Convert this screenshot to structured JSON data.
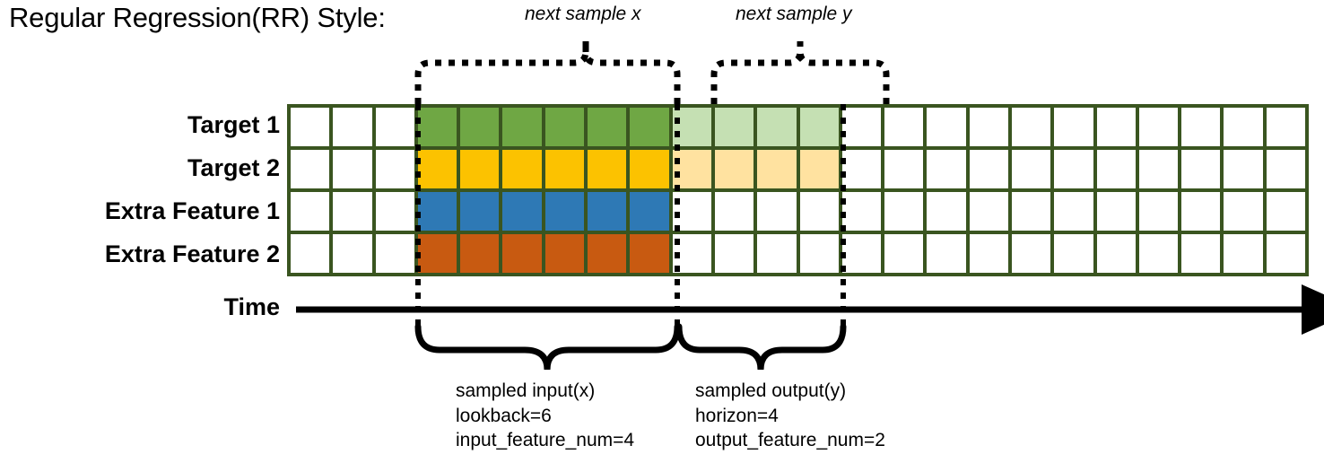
{
  "title": "Regular Regression(RR) Style:",
  "row_labels": [
    {
      "id": "target-1",
      "text": "Target 1"
    },
    {
      "id": "target-2",
      "text": "Target 2"
    },
    {
      "id": "extra-feature-1",
      "text": "Extra Feature 1"
    },
    {
      "id": "extra-feature-2",
      "text": "Extra Feature 2"
    }
  ],
  "time_axis": {
    "label": "Time"
  },
  "top_braces": [
    {
      "id": "next-sample-x",
      "label": "next sample x"
    },
    {
      "id": "next-sample-y",
      "label": "next sample y"
    }
  ],
  "bottom_annotations": [
    {
      "id": "sampled-input",
      "line1": "sampled input(x)",
      "line2": "lookback=6",
      "line3": "input_feature_num=4"
    },
    {
      "id": "sampled-output",
      "line1": "sampled output(y)",
      "line2": "horizon=4",
      "line3": "output_feature_num=2"
    }
  ],
  "colors": {
    "grid_line": "#3A5520",
    "empty": "#ffffff",
    "target1_input": "#6FA744",
    "target1_output": "#C5E0B3",
    "target2_input": "#FCC200",
    "target2_output": "#FFE2A0",
    "extra1_input": "#2E79B5",
    "extra2_input": "#C85A11",
    "axis": "#000000"
  },
  "grid": {
    "columns": 24,
    "rows": 4,
    "input_start_col": 3,
    "input_end_col": 9,
    "output_start_col": 9,
    "output_end_col": 13,
    "row_fills": [
      [
        "#ffffff",
        "#ffffff",
        "#ffffff",
        "#6FA744",
        "#6FA744",
        "#6FA744",
        "#6FA744",
        "#6FA744",
        "#6FA744",
        "#C5E0B3",
        "#C5E0B3",
        "#C5E0B3",
        "#C5E0B3",
        "#ffffff",
        "#ffffff",
        "#ffffff",
        "#ffffff",
        "#ffffff",
        "#ffffff",
        "#ffffff",
        "#ffffff",
        "#ffffff",
        "#ffffff",
        "#ffffff"
      ],
      [
        "#ffffff",
        "#ffffff",
        "#ffffff",
        "#FCC200",
        "#FCC200",
        "#FCC200",
        "#FCC200",
        "#FCC200",
        "#FCC200",
        "#FFE2A0",
        "#FFE2A0",
        "#FFE2A0",
        "#FFE2A0",
        "#ffffff",
        "#ffffff",
        "#ffffff",
        "#ffffff",
        "#ffffff",
        "#ffffff",
        "#ffffff",
        "#ffffff",
        "#ffffff",
        "#ffffff",
        "#ffffff"
      ],
      [
        "#ffffff",
        "#ffffff",
        "#ffffff",
        "#2E79B5",
        "#2E79B5",
        "#2E79B5",
        "#2E79B5",
        "#2E79B5",
        "#2E79B5",
        "#ffffff",
        "#ffffff",
        "#ffffff",
        "#ffffff",
        "#ffffff",
        "#ffffff",
        "#ffffff",
        "#ffffff",
        "#ffffff",
        "#ffffff",
        "#ffffff",
        "#ffffff",
        "#ffffff",
        "#ffffff",
        "#ffffff"
      ],
      [
        "#ffffff",
        "#ffffff",
        "#ffffff",
        "#C85A11",
        "#C85A11",
        "#C85A11",
        "#C85A11",
        "#C85A11",
        "#C85A11",
        "#ffffff",
        "#ffffff",
        "#ffffff",
        "#ffffff",
        "#ffffff",
        "#ffffff",
        "#ffffff",
        "#ffffff",
        "#ffffff",
        "#ffffff",
        "#ffffff",
        "#ffffff",
        "#ffffff",
        "#ffffff",
        "#ffffff"
      ]
    ]
  }
}
